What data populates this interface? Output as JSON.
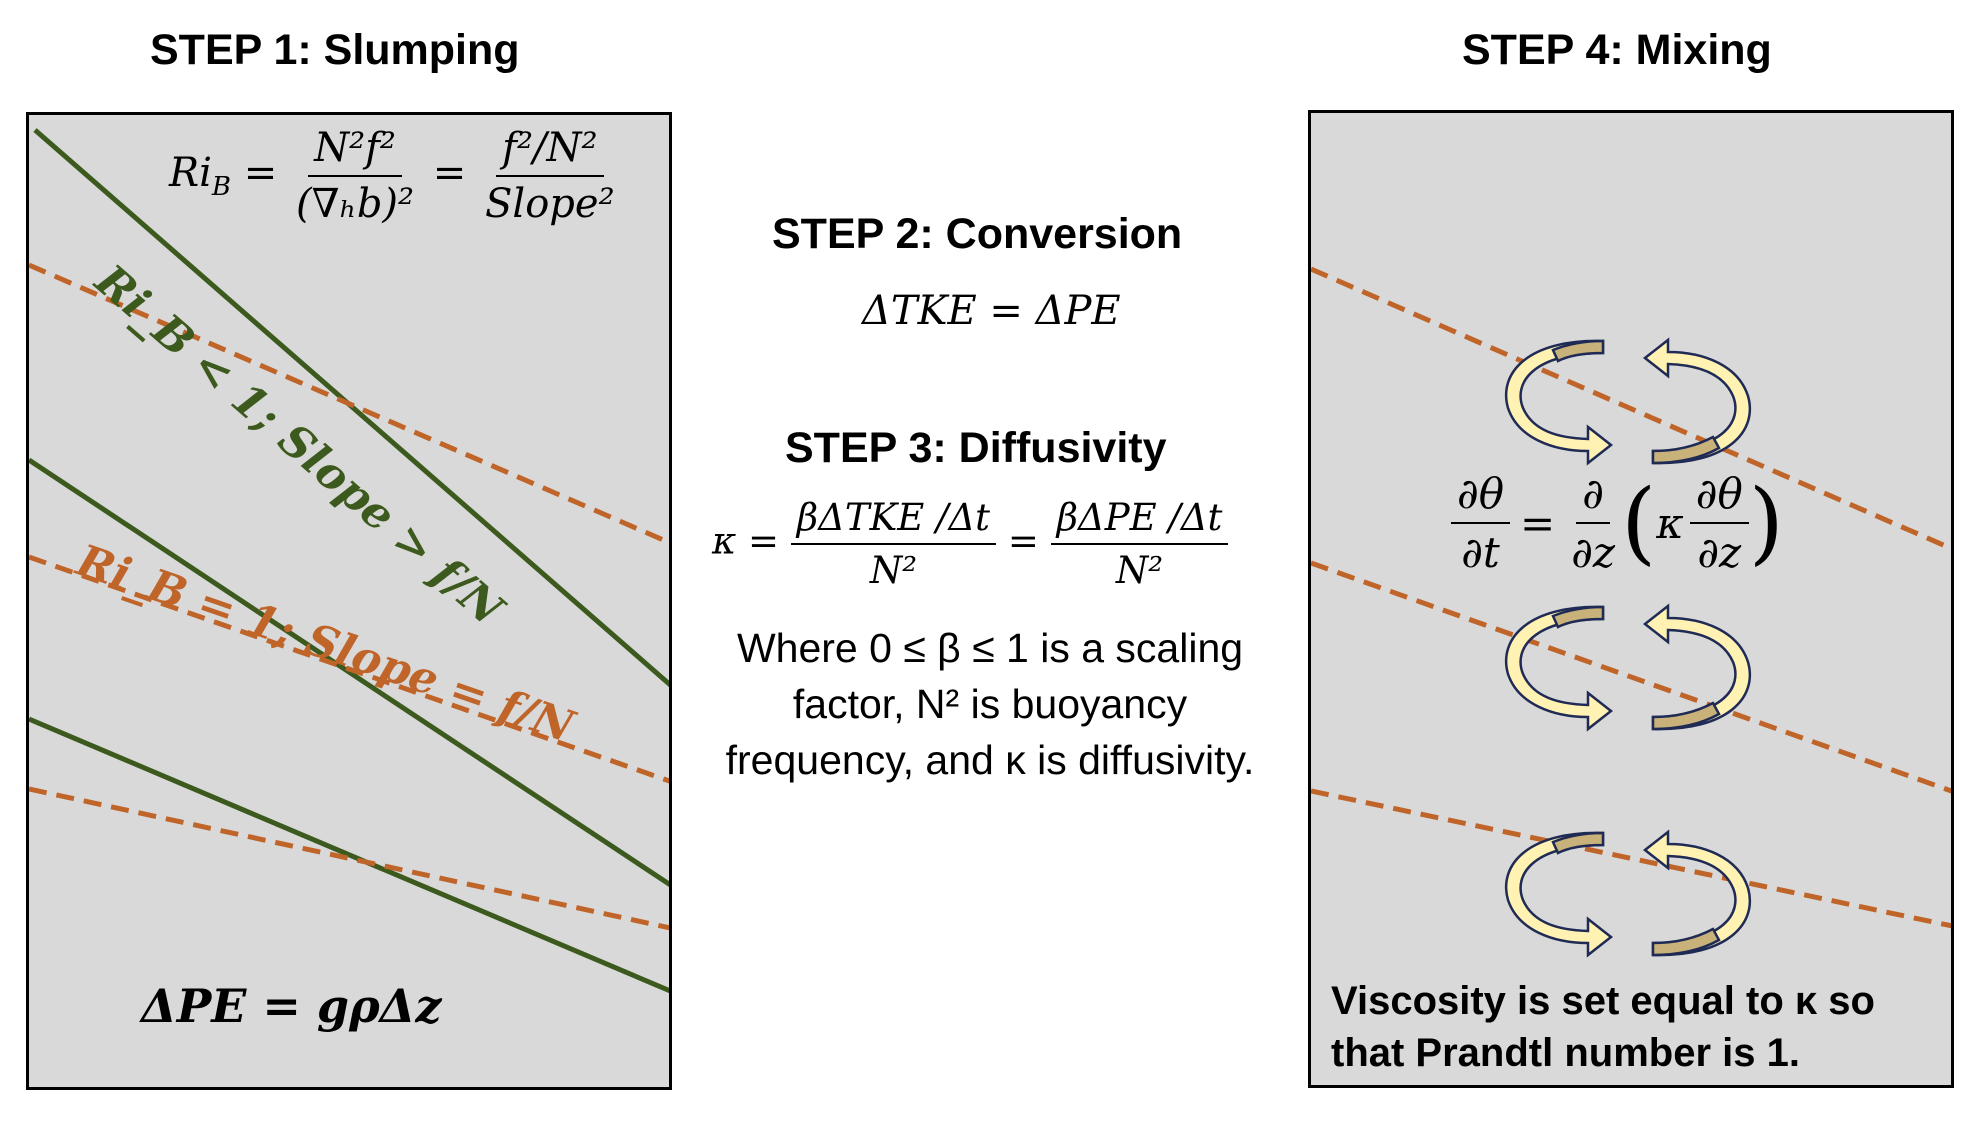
{
  "step1": {
    "title": "STEP 1: Slumping",
    "ri_lhs": "Ri",
    "ri_sub": "B",
    "frac1_num": "N²f²",
    "frac1_den": "(∇ₕb)²",
    "frac2_num": "f²/N²",
    "frac2_den": "Slope²",
    "green_label": "Ri_B < 1; Slope > f/N",
    "orange_label": "Ri_B = 1; Slope = f/N",
    "pe_formula": "ΔPE = gρΔz"
  },
  "step2": {
    "title": "STEP 2: Conversion",
    "formula": "ΔTKE = ΔPE"
  },
  "step3": {
    "title": "STEP 3: Diffusivity",
    "lhs": "κ =",
    "frac1_num": "βΔTKE /Δt",
    "frac1_den": "N²",
    "frac2_num": "βΔPE /Δt",
    "frac2_den": "N²",
    "desc_line1": "Where 0 ≤ β ≤ 1 is a scaling",
    "desc_line2": "factor, N² is buoyancy",
    "desc_line3": "frequency, and κ is diffusivity."
  },
  "step4": {
    "title": "STEP 4: Mixing",
    "lhs_num": "∂θ",
    "lhs_den": "∂t",
    "rhs_num": "∂",
    "rhs_den": "∂z",
    "inner_kappa": "κ",
    "inner_num": "∂θ",
    "inner_den": "∂z",
    "note_line1": "Viscosity is set equal to κ so",
    "note_line2": "that Prandtl number is 1."
  },
  "colors": {
    "panel_bg": "#d9d9d9",
    "green": "#3d5a1e",
    "orange": "#c0652a",
    "arrow_light": "#fff2b3",
    "arrow_dark": "#c9b27a",
    "arrow_outline": "#1f2a55"
  }
}
